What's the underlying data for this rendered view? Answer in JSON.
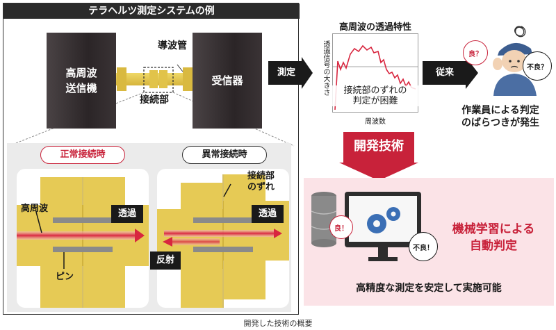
{
  "system": {
    "title": "テラヘルツ測定システムの例",
    "transmitter": "高周波\n送信機",
    "receiver": "受信器",
    "waveguide": "導波管",
    "connection": "接続部"
  },
  "normal": {
    "title": "正常接続時",
    "label_wave": "高周波",
    "label_transmit": "透過",
    "label_pin": "ピン"
  },
  "abnormal": {
    "title": "異常接続時",
    "label_misalign": "接続部\nのずれ",
    "label_transmit": "透過",
    "label_reflect": "反射"
  },
  "measure_label": "測定",
  "chart": {
    "title": "高周波の透過特性",
    "ylabel": "透過信号の大きさ",
    "xlabel": "周波数",
    "note_line1": "接続部のずれの",
    "note_line2": "判定が困難"
  },
  "conventional_label": "従来",
  "worker": {
    "bubble_good": "良？",
    "bubble_bad": "不良？",
    "caption_line1": "作業員による判定",
    "caption_line2": "のばらつきが発生"
  },
  "dev_label": "開発技術",
  "ml": {
    "bubble_good": "良！",
    "bubble_bad": "不良！",
    "title_line1": "機械学習による",
    "title_line2": "自動判定",
    "caption": "高精度な測定を安定して実施可能"
  },
  "footer_caption": "開発した技術の概要",
  "colors": {
    "accent_red": "#c8223a",
    "gold": "#e3c64a",
    "panel_pink": "#fbe3e7",
    "dark": "#1a1a1a"
  }
}
